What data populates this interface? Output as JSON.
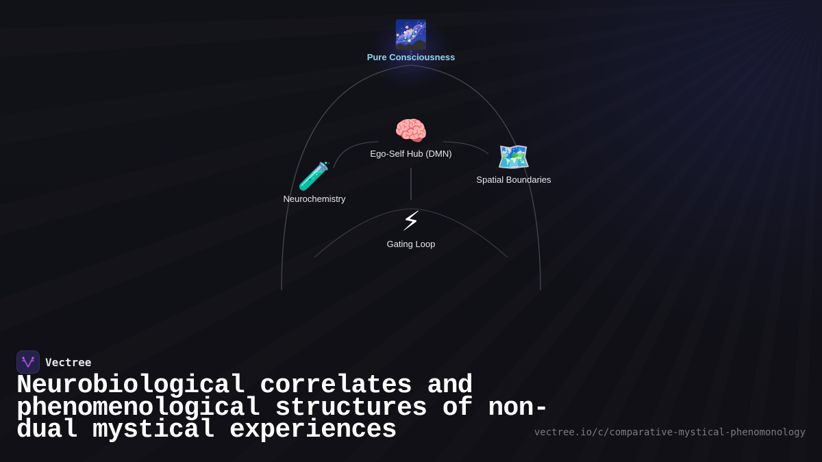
{
  "diagram": {
    "nodes": [
      {
        "id": "pure-consciousness",
        "icon": "milky-way-icon",
        "emoji": "🌌",
        "label": "Pure Consciousness"
      },
      {
        "id": "ego-self-hub",
        "icon": "brain-icon",
        "emoji": "🧠",
        "label": "Ego-Self Hub (DMN)"
      },
      {
        "id": "neurochemistry",
        "icon": "test-tube-icon",
        "emoji": "🧪",
        "label": "Neurochemistry"
      },
      {
        "id": "spatial-boundaries",
        "icon": "world-map-icon",
        "emoji": "🗺️",
        "label": "Spatial Boundaries"
      },
      {
        "id": "gating-loop",
        "icon": "lightning-icon",
        "emoji": "⚡",
        "label": "Gating Loop"
      }
    ],
    "edges": [
      {
        "from": "ego-self-hub",
        "to": "neurochemistry"
      },
      {
        "from": "ego-self-hub",
        "to": "spatial-boundaries"
      },
      {
        "from": "ego-self-hub",
        "to": "gating-loop"
      },
      {
        "from": "pure-consciousness",
        "to": "outer-arc"
      },
      {
        "from": "gating-loop",
        "to": "inner-arc"
      }
    ],
    "colors": {
      "root_label": "#8fd8ec",
      "edge": "#4a4a52",
      "root_connector": "#5a5ae0"
    }
  },
  "brand": {
    "name": "Vectree",
    "logo_icon": "vectree-logo-icon",
    "logo_color": "#b04ce0"
  },
  "title": "Neurobiological correlates and phenomenological structures of non-dual mystical experiences",
  "url": "vectree.io/c/comparative-mystical-phenomonology"
}
